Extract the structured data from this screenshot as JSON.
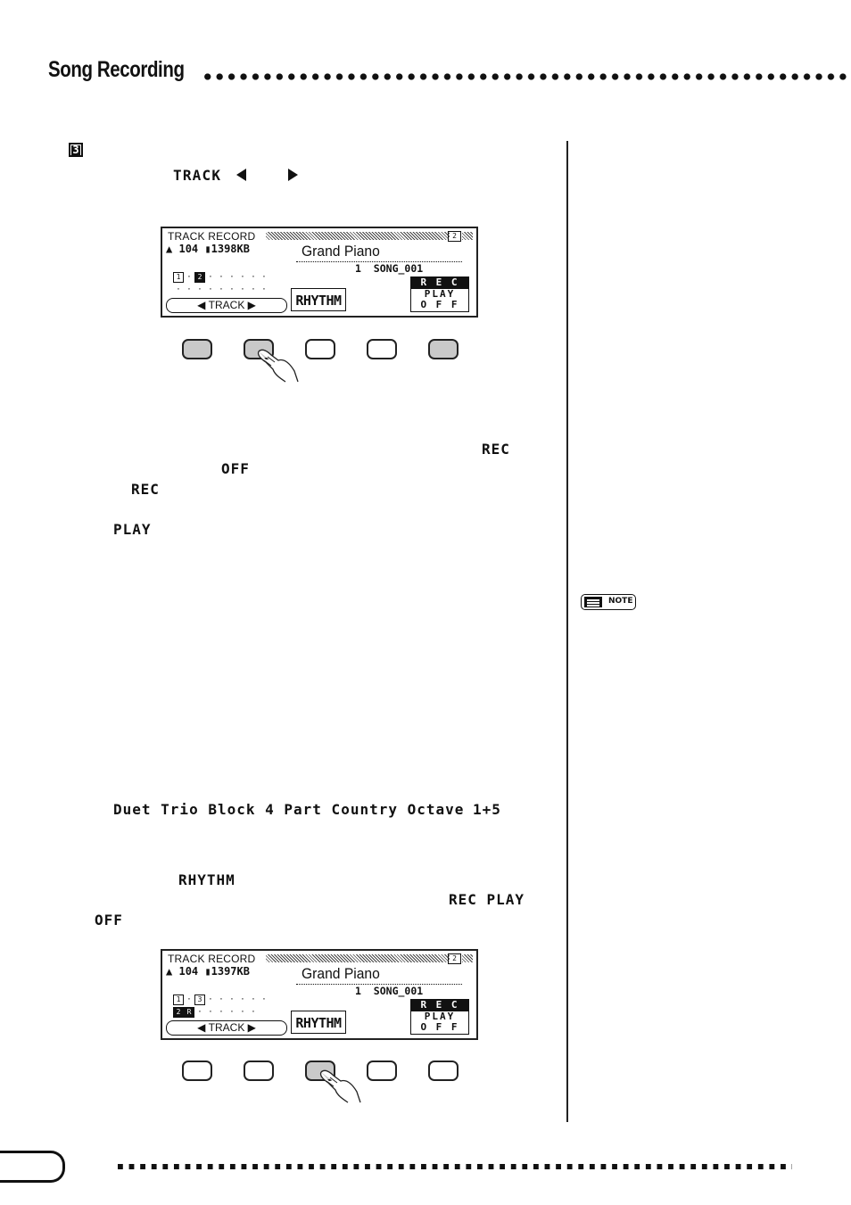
{
  "header": {
    "title": "Song Recording"
  },
  "step": {
    "number": "3"
  },
  "instruction": {
    "track_label": "TRACK"
  },
  "screen1": {
    "title": "TRACK RECORD",
    "page": "2",
    "tempo": "104",
    "memory": "1398KB",
    "voice": "Grand Piano",
    "song_number": "1",
    "song_name": "SONG_001",
    "track_button": "TRACK",
    "rhythm_button": "RHYTHM",
    "mode_options": [
      "R E C",
      "PLAY",
      "O F F"
    ],
    "track1": "1",
    "track2": "2"
  },
  "body_terms": {
    "rec": "REC",
    "off": "OFF",
    "rec2": "REC",
    "play": "PLAY",
    "styles": "Duet Trio Block 4 Part Country Octave",
    "one_plus_five": "1+5",
    "rhythm": "RHYTHM",
    "rec_play": "REC PLAY",
    "off2": "OFF"
  },
  "note_badge": {
    "label": "NOTE"
  },
  "screen2": {
    "title": "TRACK RECORD",
    "page": "2",
    "tempo": "104",
    "memory": "1397KB",
    "voice": "Grand Piano",
    "song_number": "1",
    "song_name": "SONG_001",
    "track_button": "TRACK",
    "rhythm_button": "RHYTHM",
    "mode_options": [
      "R E C",
      "PLAY",
      "O F F"
    ],
    "track1": "1",
    "track2": "2",
    "track3": "3",
    "track_r": "R"
  }
}
